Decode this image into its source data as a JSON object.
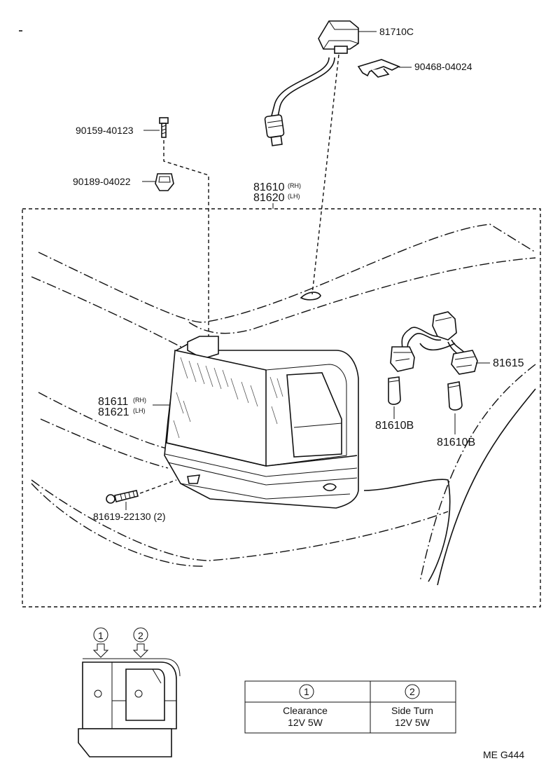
{
  "parts": {
    "socket_top": "81710C",
    "clip": "90468-04024",
    "screw": "90159-40123",
    "nut": "90189-04022",
    "assembly_rh": "81610",
    "assembly_rh_tag": "(RH)",
    "assembly_lh": "81620",
    "assembly_lh_tag": "(LH)",
    "lens_rh": "81611",
    "lens_rh_tag": "(RH)",
    "lens_lh": "81621",
    "lens_lh_tag": "(LH)",
    "bolt": "81619-22130 (2)",
    "socket_wire": "81615",
    "bulb_a": "81610B",
    "bulb_b": "81610B"
  },
  "callouts": {
    "c1": "1",
    "c2": "2"
  },
  "table": {
    "col1_number": "1",
    "col2_number": "2",
    "col1_line1": "Clearance",
    "col1_line2": "12V 5W",
    "col2_line1": "Side Turn",
    "col2_line2": "12V 5W"
  },
  "figure_code": "ME G444"
}
